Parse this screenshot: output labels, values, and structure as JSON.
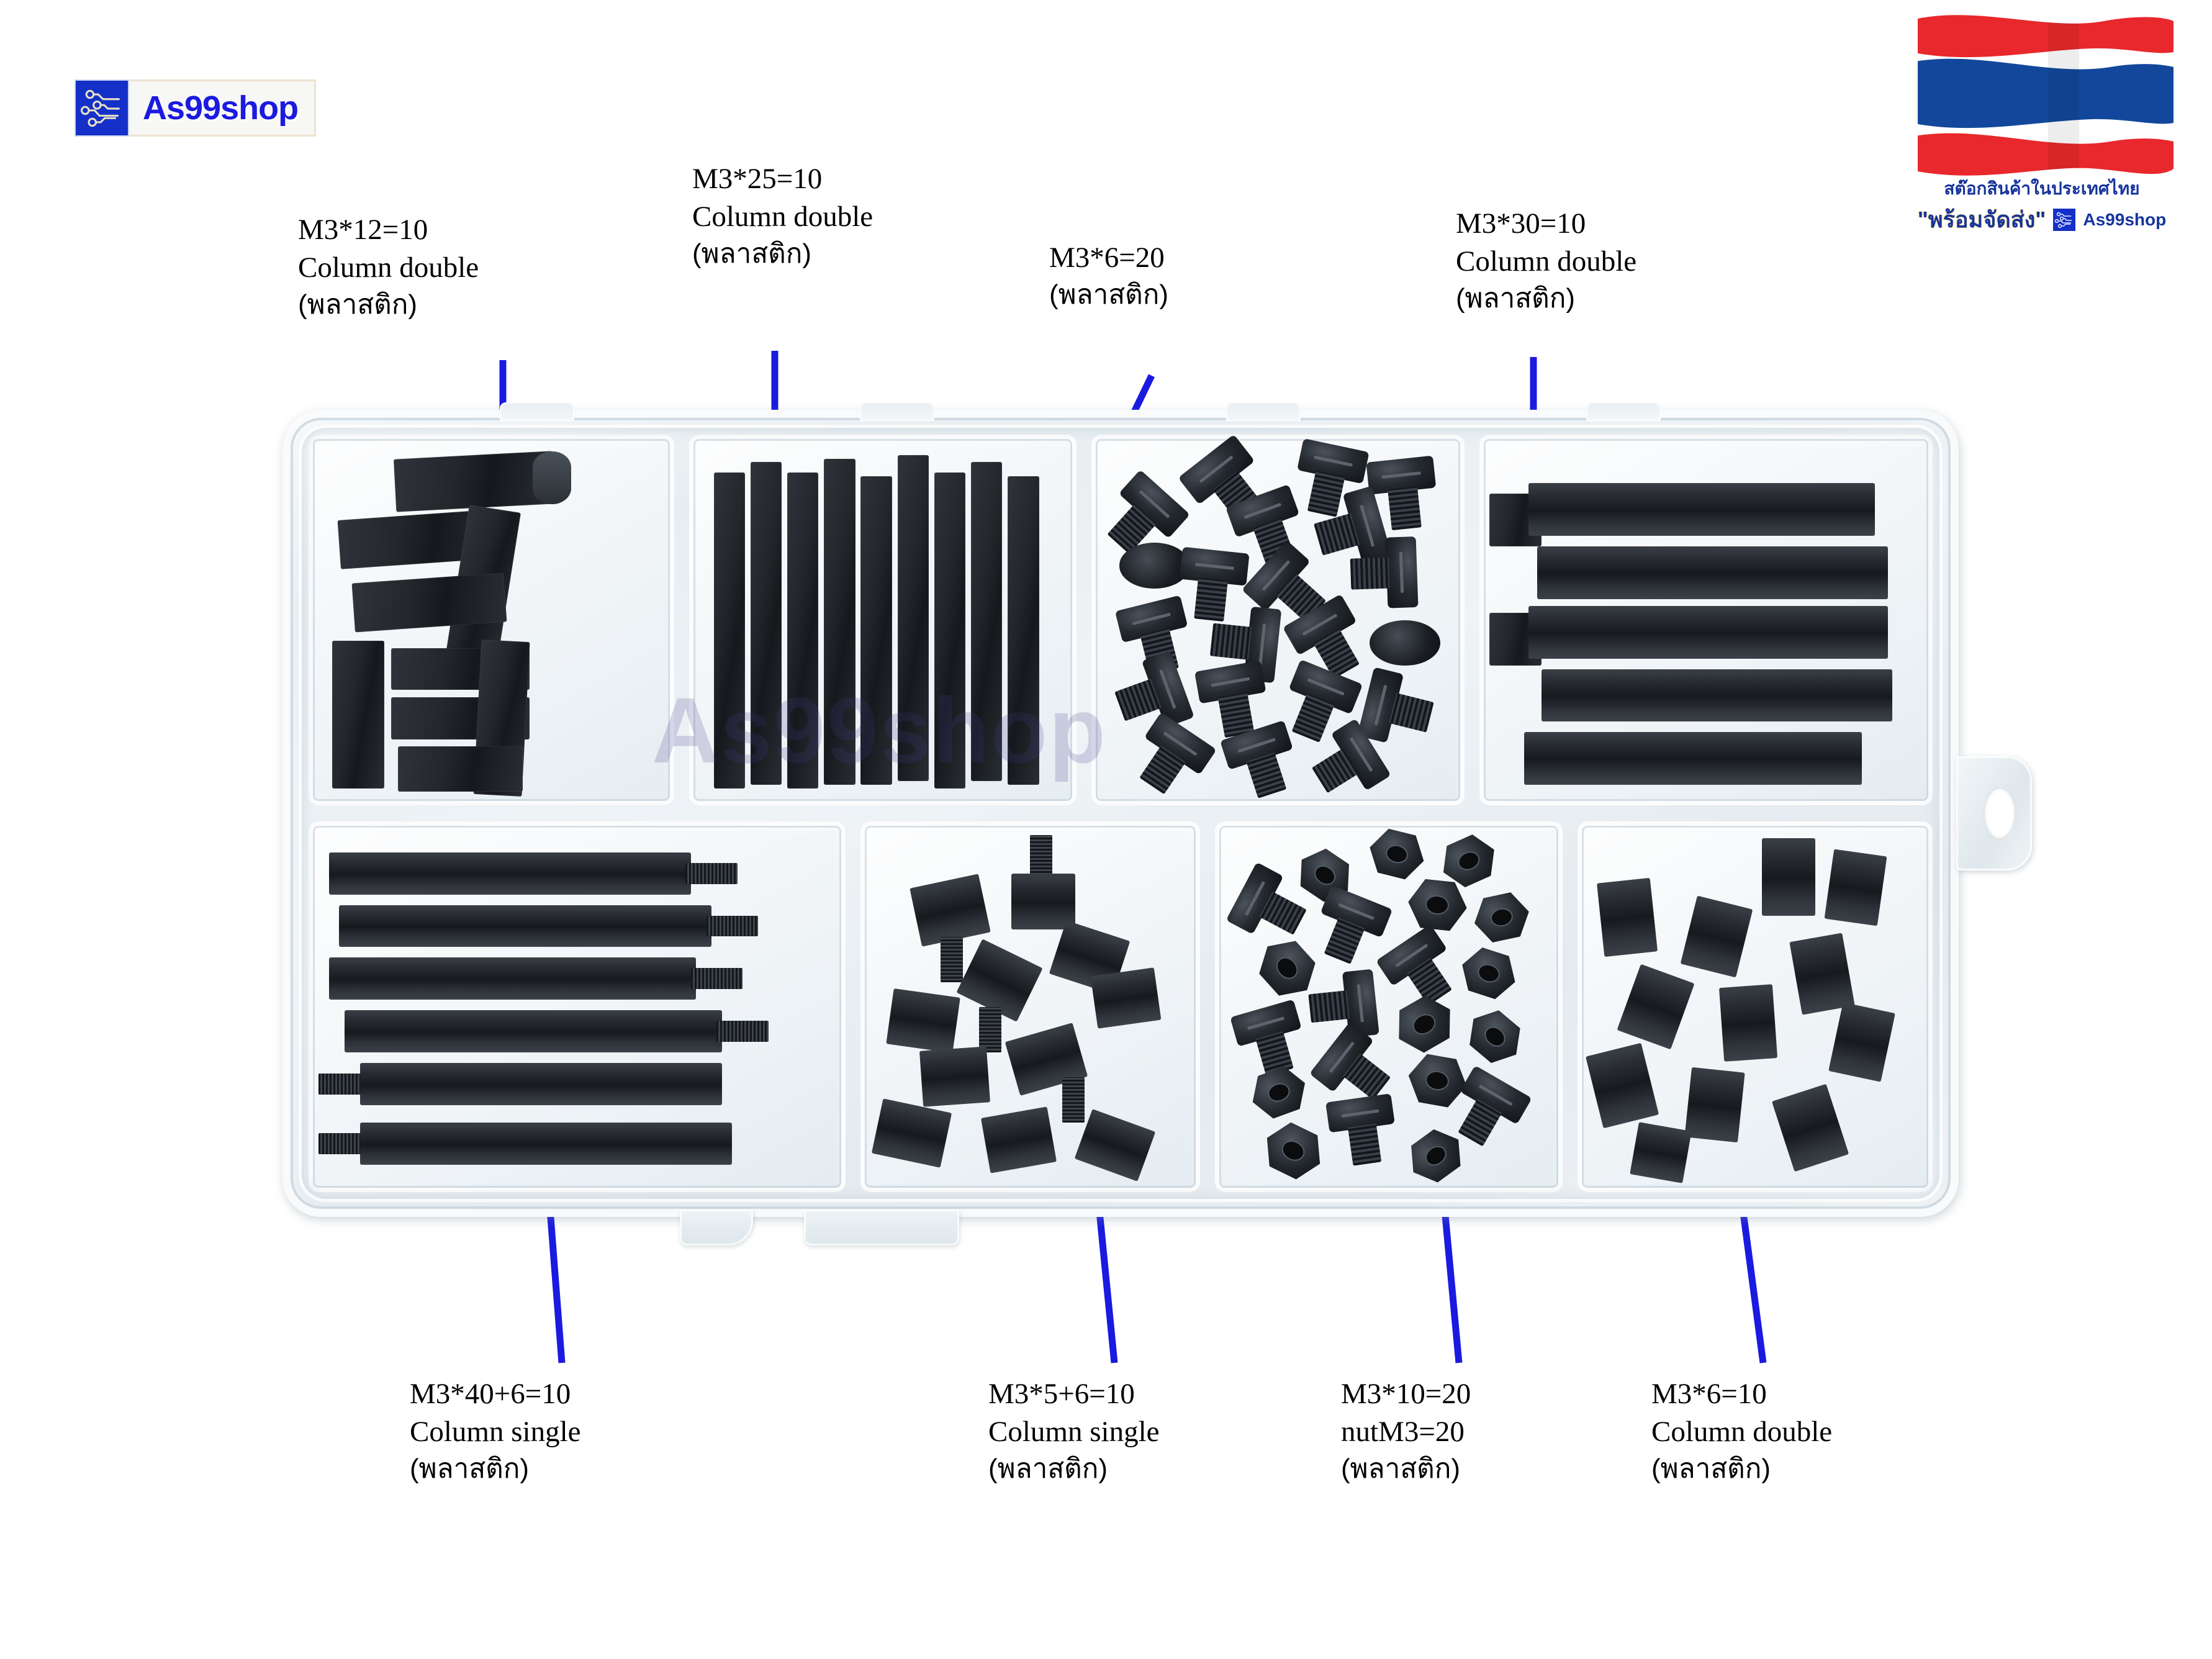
{
  "brand": {
    "name": "As99shop",
    "mark_icon": "circuit-board-icon"
  },
  "flag_badge": {
    "flag": "thailand-flag",
    "line1": "สต๊อกสินค้าในประเทศไทย",
    "line2": "\"พร้อมจัดส่ง\"",
    "shop_name": "As99shop",
    "mark_icon": "circuit-board-icon",
    "colors": {
      "red": "#e8282c",
      "white": "#ffffff",
      "blue": "#12479c",
      "text": "#16349c"
    }
  },
  "watermark": {
    "text": "As99shop"
  },
  "colors": {
    "arrow": "#1a1ae0",
    "part": "#1b1d21",
    "case": "#eaf0f4",
    "label": "#000000"
  },
  "callouts": [
    {
      "id": "m3-12",
      "position": "top-left",
      "spec": "M3*12=10",
      "type": "Column double",
      "material": "(พลาสติก)"
    },
    {
      "id": "m3-25",
      "position": "top",
      "spec": "M3*25=10",
      "type": "Column double",
      "material": "(พลาสติก)"
    },
    {
      "id": "m3-6-screws",
      "position": "top",
      "spec": "M3*6=20",
      "type": "",
      "material": "(พลาสติก)"
    },
    {
      "id": "m3-30",
      "position": "top-right",
      "spec": "M3*30=10",
      "type": "Column double",
      "material": "(พลาสติก)"
    },
    {
      "id": "m3-40-6",
      "position": "bottom-left",
      "spec": "M3*40+6=10",
      "type": "Column single",
      "material": "(พลาสติก)"
    },
    {
      "id": "m3-5-6",
      "position": "bottom",
      "spec": "M3*5+6=10",
      "type": "Column single",
      "material": "(พลาสติก)"
    },
    {
      "id": "m3-10-nut",
      "position": "bottom",
      "spec": "M3*10=20",
      "type": "nutM3=20",
      "material": "(พลาสติก)"
    },
    {
      "id": "m3-6-double",
      "position": "bottom-right",
      "spec": "M3*6=10",
      "type": "Column double",
      "material": "(พลาสติก)"
    }
  ],
  "case": {
    "kind": "clear-plastic-organizer-box",
    "compartments": 8,
    "rows": 2,
    "columns": 4,
    "latch_right": "hang-tab-with-hole",
    "latch_bottom": "clip-tabs"
  }
}
